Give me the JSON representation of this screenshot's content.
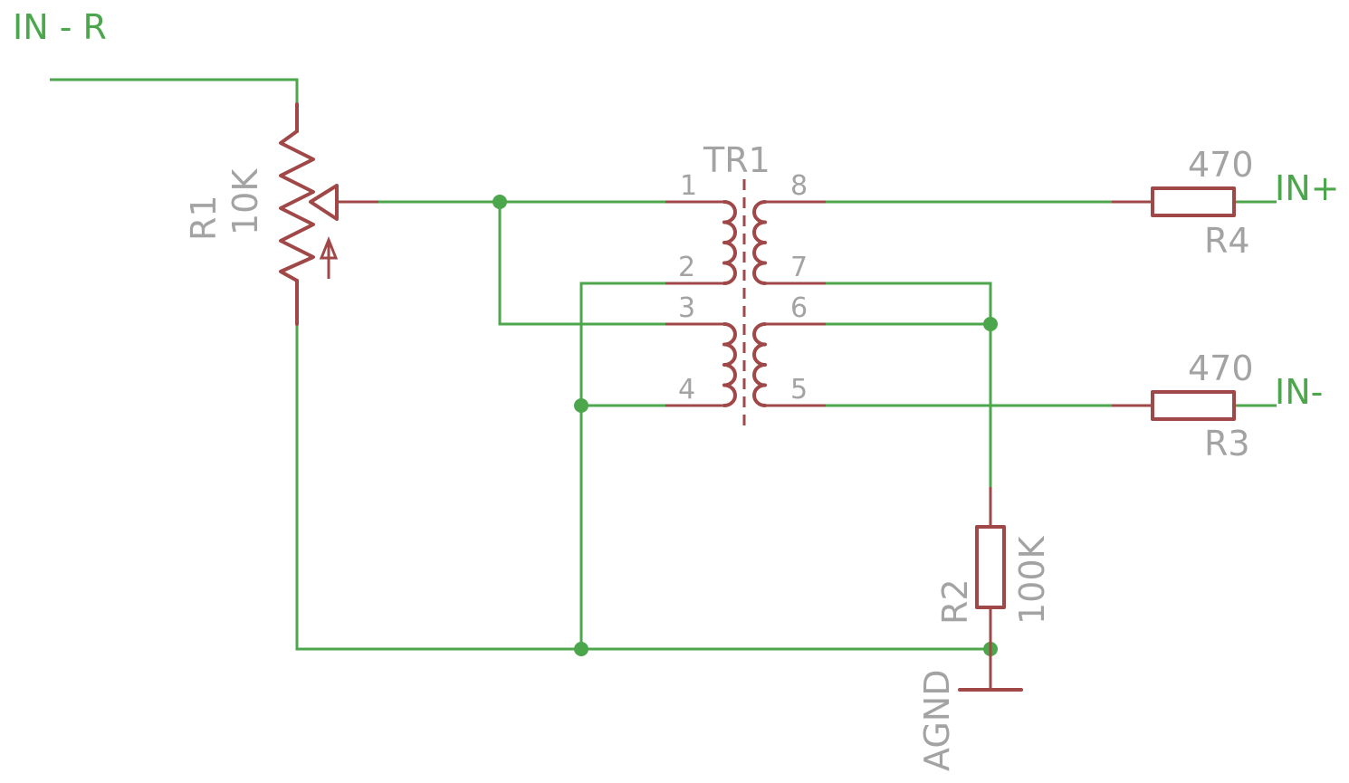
{
  "nets": {
    "in_r": "IN - R",
    "in_plus": "IN+",
    "in_minus": "IN-"
  },
  "components": {
    "r1": {
      "name": "R1",
      "value": "10K"
    },
    "r2": {
      "name": "R2",
      "value": "100K"
    },
    "r3": {
      "name": "R3",
      "value": "470"
    },
    "r4": {
      "name": "R4",
      "value": "470"
    },
    "tr1": {
      "name": "TR1",
      "pins": {
        "p1": "1",
        "p2": "2",
        "p3": "3",
        "p4": "4",
        "p5": "5",
        "p6": "6",
        "p7": "7",
        "p8": "8"
      }
    },
    "ground": {
      "label": "AGND"
    }
  },
  "colors": {
    "wire": "#4ca64c",
    "component": "#a04848",
    "label": "#a3a3a3",
    "background": "#ffffff"
  }
}
